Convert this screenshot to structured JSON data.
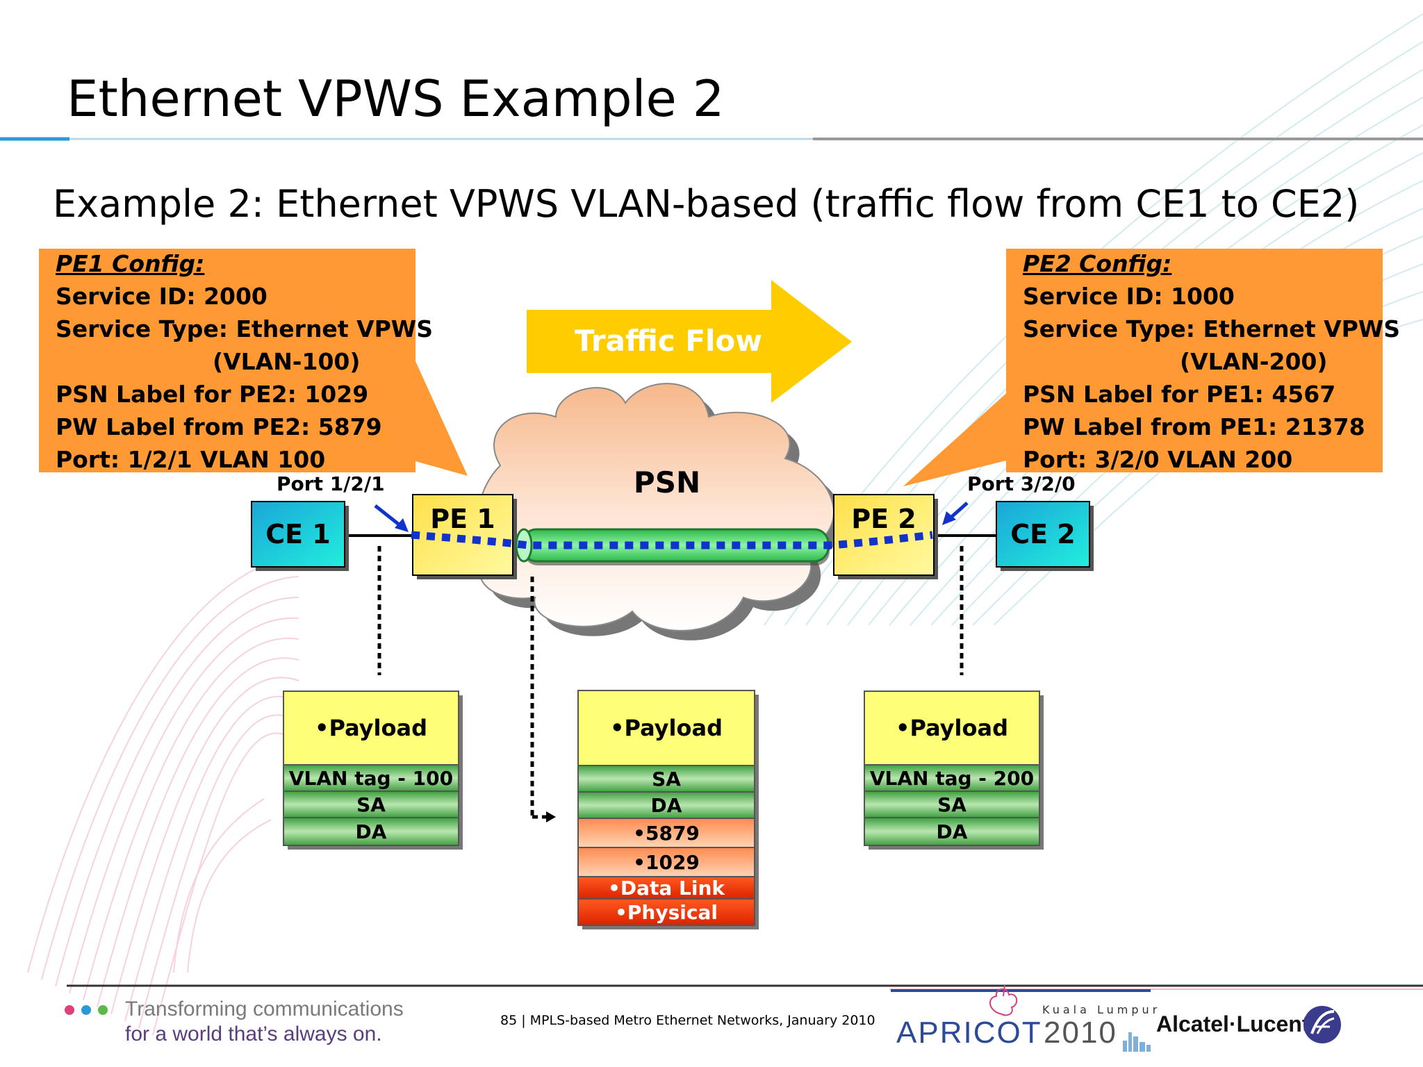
{
  "title": "Ethernet VPWS Example 2",
  "subtitle": "Example 2: Ethernet VPWS VLAN-based (traffic flow from CE1 to CE2)",
  "pe1_config": {
    "heading": "PE1 Config:",
    "service_id": "Service ID: 2000",
    "service_type": "Service Type: Ethernet VPWS",
    "vlan": "(VLAN-100)",
    "psn_label": "PSN Label for PE2: 1029",
    "pw_label": "PW Label from PE2: 5879",
    "port": "Port: 1/2/1 VLAN 100"
  },
  "pe2_config": {
    "heading": "PE2 Config:",
    "service_id": "Service ID: 1000",
    "service_type": "Service Type: Ethernet VPWS",
    "vlan": "(VLAN-200)",
    "psn_label": "PSN Label for PE1: 4567",
    "pw_label": "PW Label from PE1: 21378",
    "port": "Port: 3/2/0 VLAN 200"
  },
  "traffic_flow": "Traffic Flow",
  "psn": "PSN",
  "nodes": {
    "ce1": "CE 1",
    "pe1": "PE 1",
    "pe2": "PE 2",
    "ce2": "CE 2"
  },
  "ports": {
    "left": "Port 1/2/1",
    "right": "Port 3/2/0"
  },
  "stacks": {
    "left": [
      "•Payload",
      "VLAN tag - 100",
      "SA",
      "DA"
    ],
    "middle": [
      "•Payload",
      "SA",
      "DA",
      "•5879",
      "•1029",
      "•Data Link",
      "•Physical"
    ],
    "right": [
      "•Payload",
      "VLAN tag - 200",
      "SA",
      "DA"
    ]
  },
  "footer": {
    "tagline_line1": "Transforming communications",
    "tagline_line2": "for a world that’s always on.",
    "slide_info": "85 | MPLS-based Metro Ethernet Networks, January 2010",
    "apricot_city": "Kuala Lumpur",
    "apricot_word": "APRICOT",
    "apricot_year": "2010",
    "brand": "Alcatel·Lucent"
  },
  "colors": {
    "config_box": "#ff9933",
    "arrow": "#ffcc00",
    "pe": "#ffee44",
    "ce": "#19c8d8",
    "tunnel": "#66ee88",
    "pw": "#1133cc",
    "payload": "#ffff77",
    "header_green": "#44aa44",
    "label_orange": "#ff9966",
    "link_red": "#ee3300",
    "title_rule": "#2a9ad6"
  },
  "icons": [
    "dots-logo-icon",
    "apricot-flower-icon",
    "alcatel-lucent-logo-icon"
  ]
}
